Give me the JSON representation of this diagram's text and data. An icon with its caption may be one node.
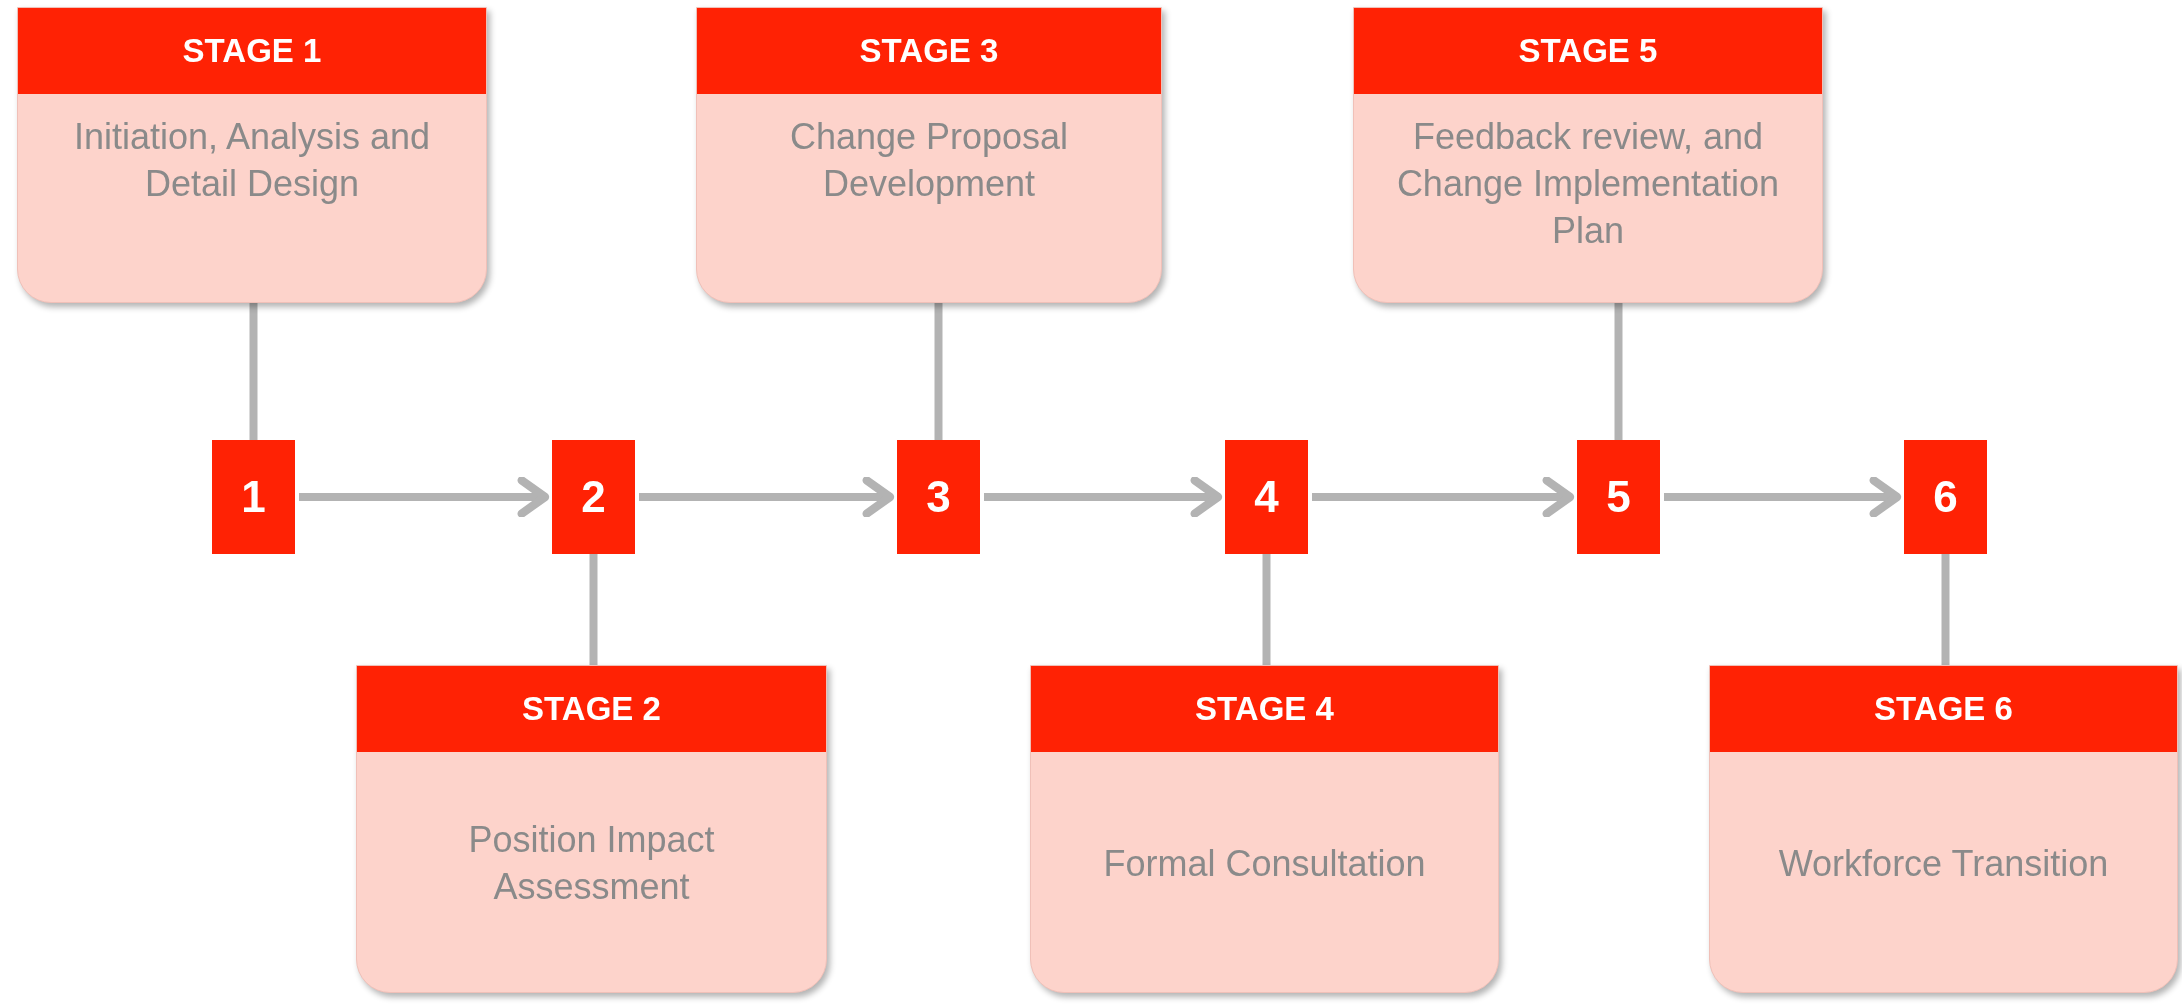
{
  "diagram": {
    "nodes": [
      {
        "text": [
          "STAGE 1",
          "Initiation, Analysis and Detail Design"
        ]
      },
      {
        "text": [
          "STAGE 2",
          "Position Impact Assessment"
        ]
      },
      {
        "text": [
          "STAGE 3",
          "Change Proposal Development"
        ]
      },
      {
        "text": [
          "STAGE 4",
          "Formal Consultation"
        ]
      },
      {
        "text": [
          "STAGE 5",
          "Feedback review, and Change Implementation Plan"
        ]
      },
      {
        "text": [
          "STAGE 6",
          "Workforce Transition"
        ]
      },
      {
        "text": [
          "1"
        ]
      },
      {
        "text": [
          "2"
        ]
      },
      {
        "text": [
          "3"
        ]
      },
      {
        "text": [
          "4"
        ]
      },
      {
        "text": [
          "5"
        ]
      },
      {
        "text": [
          "6"
        ]
      }
    ],
    "edges": [
      {
        "from": 0,
        "to": 6,
        "arrow": "none"
      },
      {
        "from": 7,
        "to": 1,
        "arrow": "none"
      },
      {
        "from": 2,
        "to": 8,
        "arrow": "none"
      },
      {
        "from": 9,
        "to": 3,
        "arrow": "none"
      },
      {
        "from": 4,
        "to": 10,
        "arrow": "none"
      },
      {
        "from": 11,
        "to": 5,
        "arrow": "none"
      },
      {
        "from": 6,
        "to": 7,
        "arrow": "to"
      },
      {
        "from": 7,
        "to": 8,
        "arrow": "to"
      },
      {
        "from": 8,
        "to": 9,
        "arrow": "to"
      },
      {
        "from": 9,
        "to": 10,
        "arrow": "to"
      },
      {
        "from": 10,
        "to": 11,
        "arrow": "to"
      }
    ]
  }
}
